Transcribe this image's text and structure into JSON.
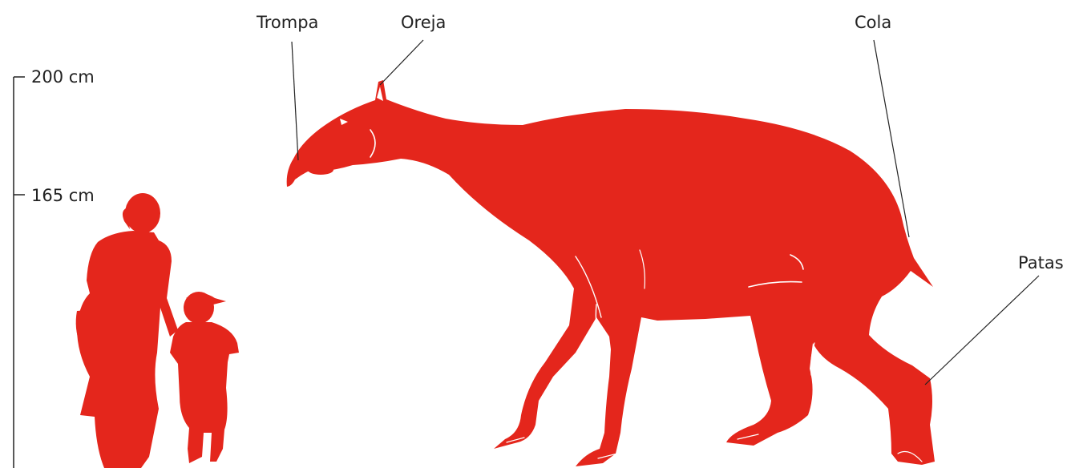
{
  "scale": {
    "ticks": [
      "200 cm",
      "165 cm"
    ]
  },
  "labels": {
    "trompa": "Trompa",
    "oreja": "Oreja",
    "cola": "Cola",
    "patas": "Patas"
  },
  "colors": {
    "silhouette": "#e4261c",
    "line": "#222222",
    "background": "#ffffff"
  }
}
